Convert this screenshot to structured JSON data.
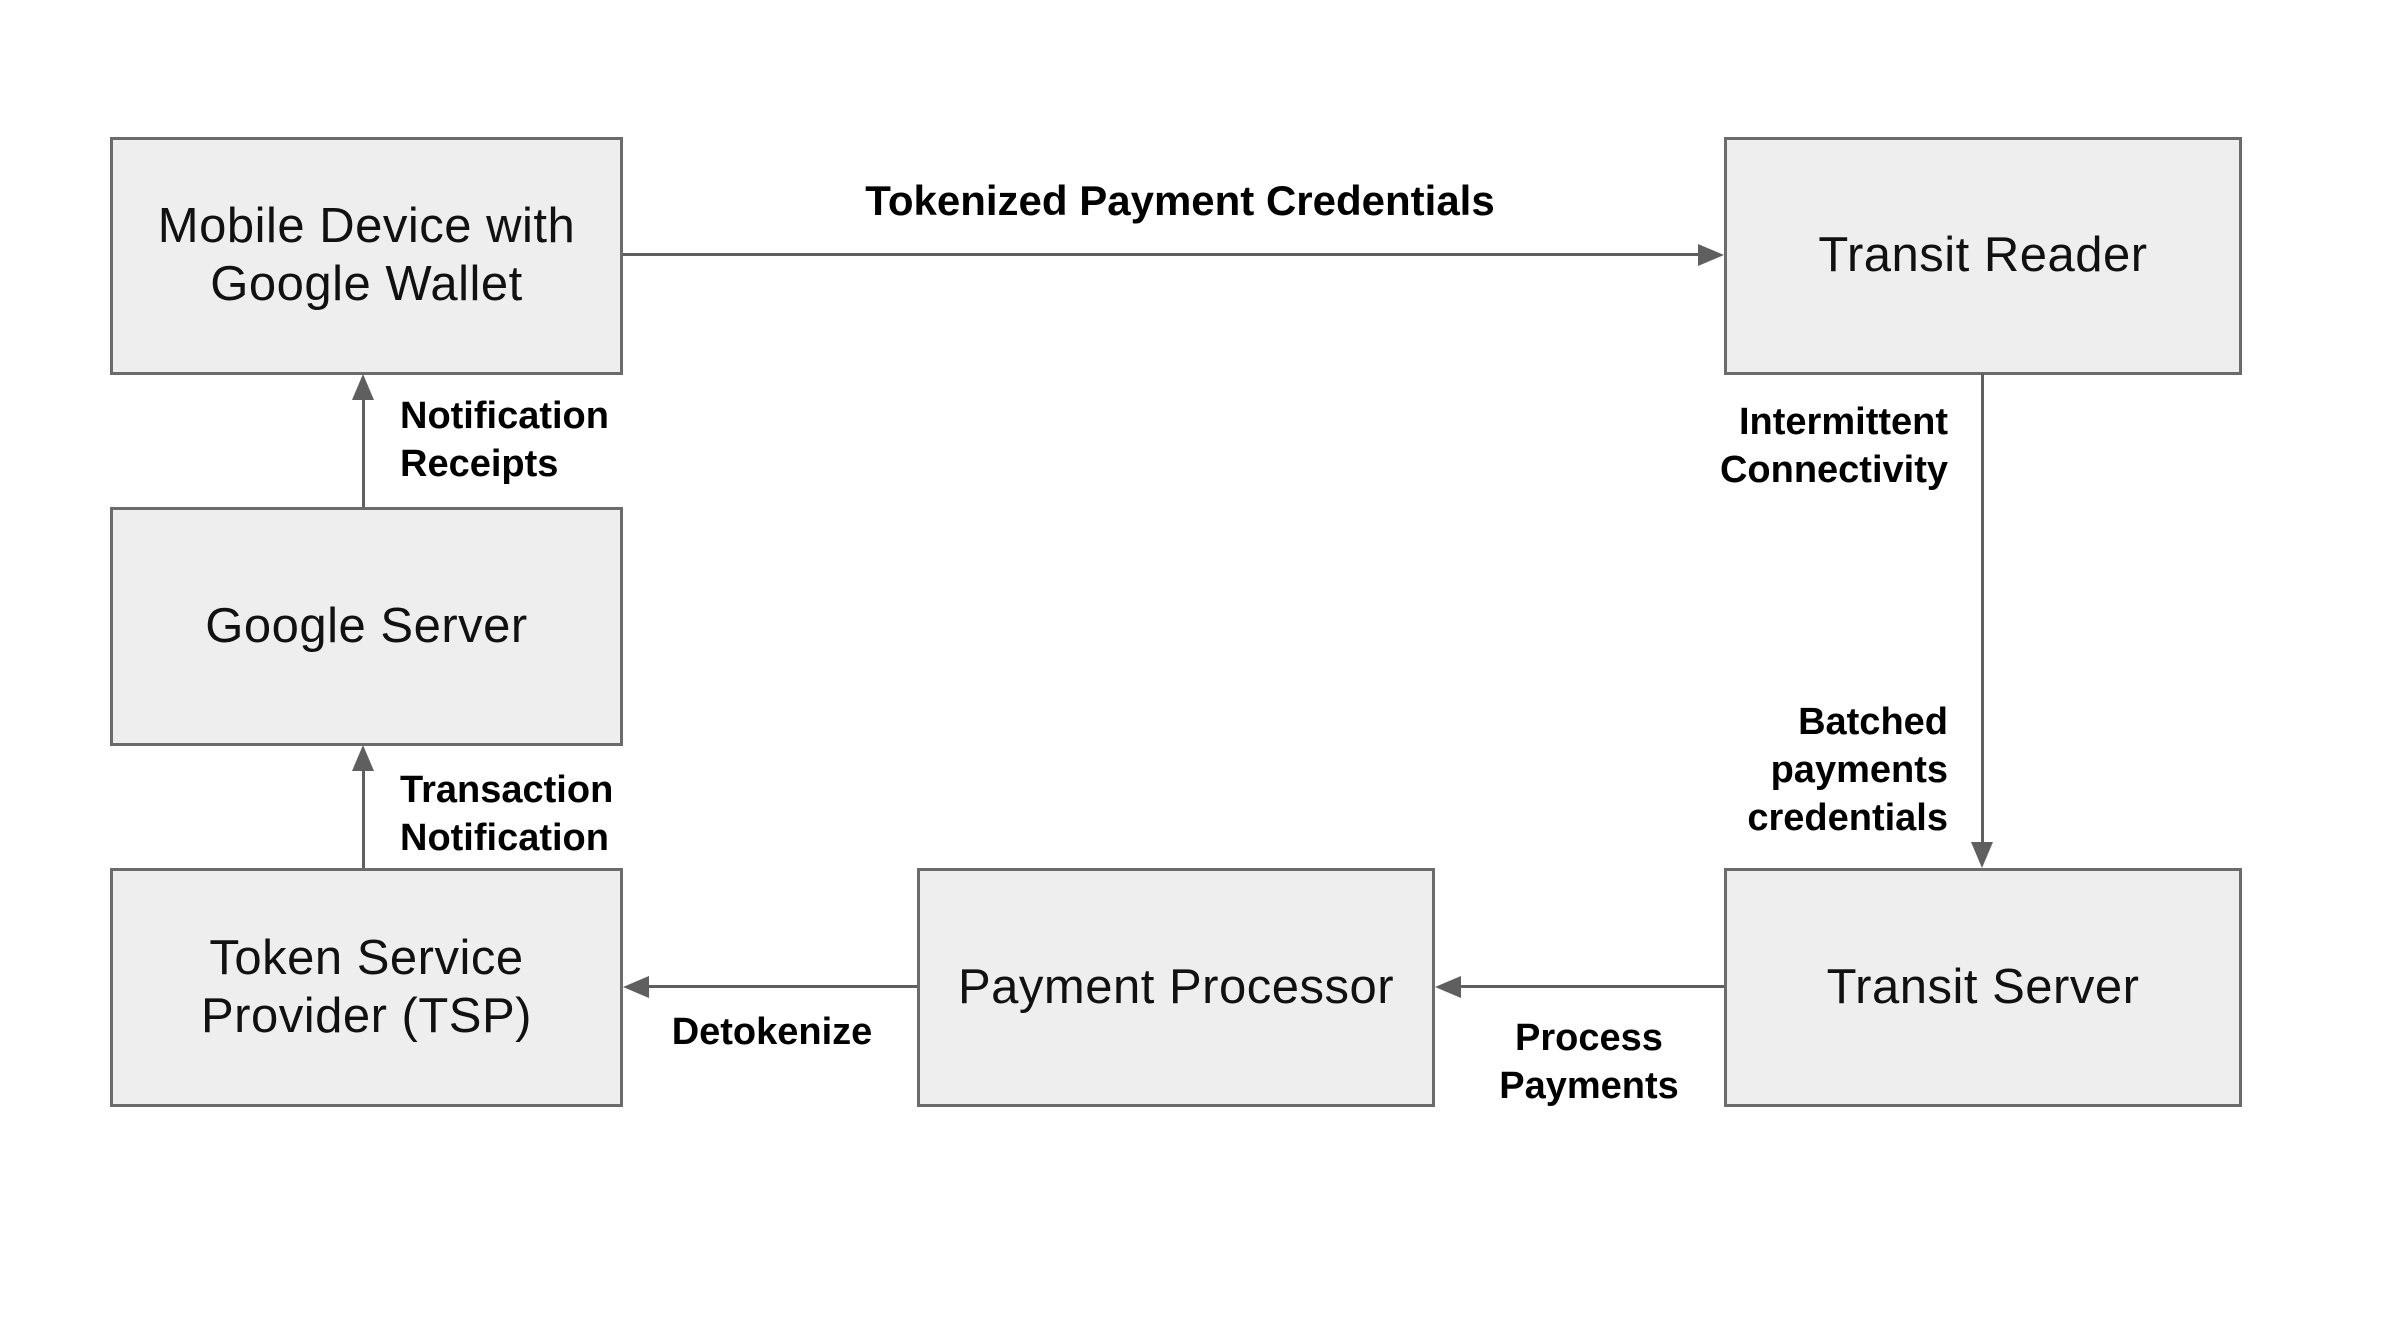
{
  "diagram": {
    "boxes": {
      "mobile_device": {
        "label": "Mobile Device with\nGoogle Wallet"
      },
      "google_server": {
        "label": "Google Server"
      },
      "tsp": {
        "label": "Token Service\nProvider (TSP)"
      },
      "transit_reader": {
        "label": "Transit Reader"
      },
      "payment_processor": {
        "label": "Payment Processor"
      },
      "transit_server": {
        "label": "Transit Server"
      }
    },
    "edges": {
      "tokenized": {
        "label": "Tokenized Payment Credentials",
        "from": "mobile_device",
        "to": "transit_reader"
      },
      "notification": {
        "label": "Notification\nReceipts",
        "from": "google_server",
        "to": "mobile_device"
      },
      "transaction": {
        "label": "Transaction\nNotification",
        "from": "tsp",
        "to": "google_server"
      },
      "intermittent": {
        "label": "Intermittent\nConnectivity",
        "from": "transit_reader",
        "to": "transit_server"
      },
      "batched": {
        "label": "Batched\npayments\ncredentials",
        "from": "transit_reader",
        "to": "transit_server"
      },
      "process": {
        "label": "Process\nPayments",
        "from": "transit_server",
        "to": "payment_processor"
      },
      "detokenize": {
        "label": "Detokenize",
        "from": "payment_processor",
        "to": "tsp"
      }
    },
    "colors": {
      "background": "#ffffff",
      "box_fill": "#eeeeee",
      "box_border": "#6b6b6b",
      "box_text": "#111111",
      "edge_text": "#000000",
      "arrow": "#5f5f5f"
    }
  }
}
